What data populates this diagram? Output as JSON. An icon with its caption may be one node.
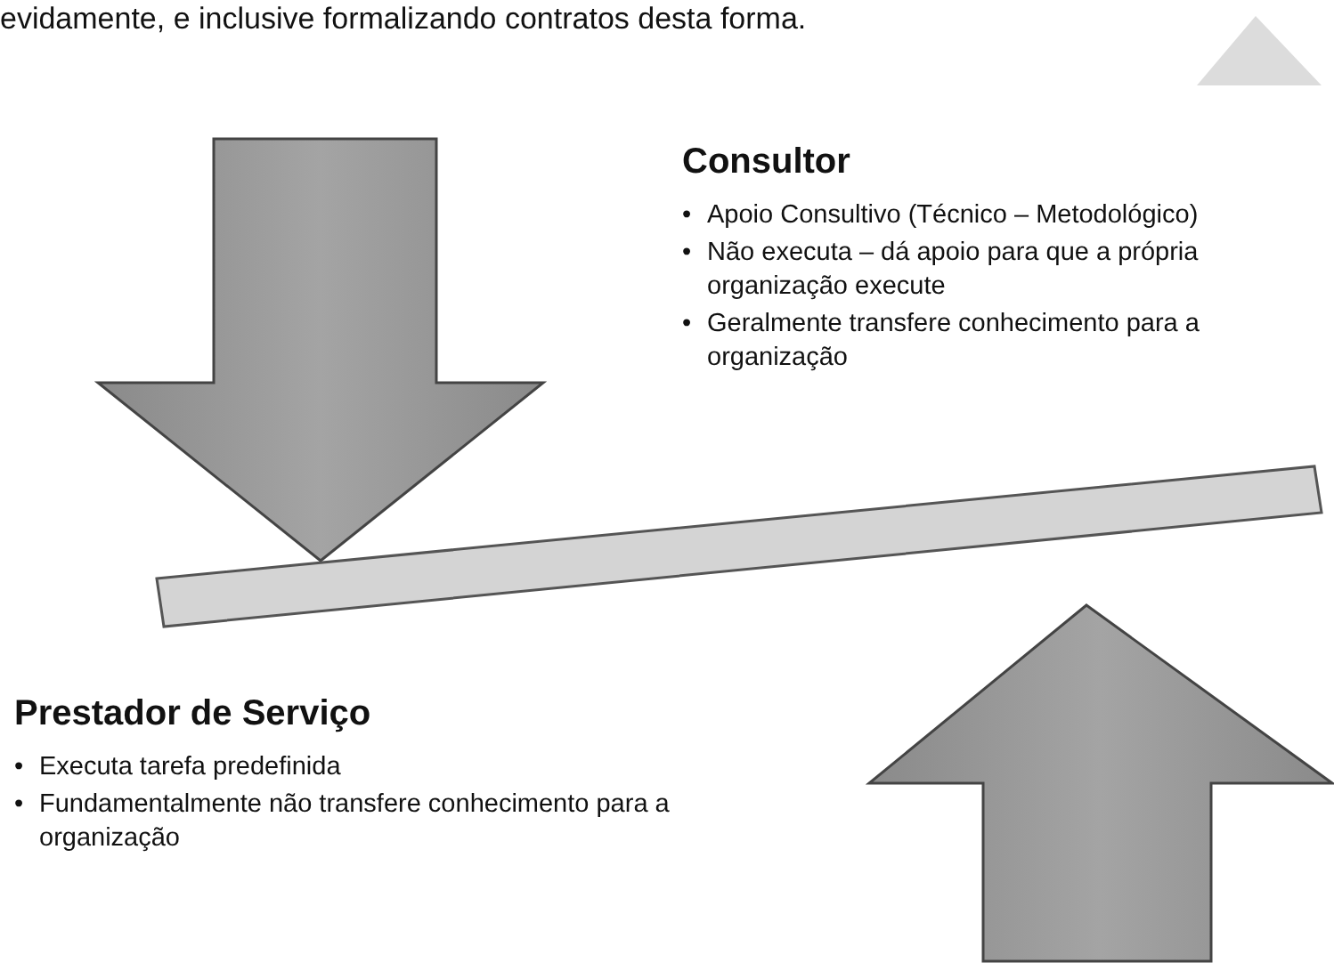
{
  "diagram": {
    "labels": [
      "evidamente, e inclusive formalizando contratos desta forma.",
      "Consultor",
      "•",
      "Apoio Consultivo (Técnico – Metodológico)",
      "•",
      "Não executa – dá apoio para que a própria organização execute",
      "•",
      "Geralmente transfere conhecimento para a organização",
      "Prestador de Serviço",
      "•",
      "Executa tarefa predefinida",
      "•",
      "Fundamentalmente não transfere conhecimento para a organização"
    ]
  }
}
